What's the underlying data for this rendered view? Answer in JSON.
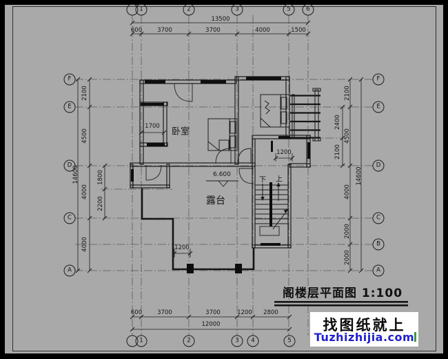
{
  "colors": {
    "background": "#a9a9a9",
    "line": "#1c1c1c",
    "watermark_blue": "#2121cc",
    "watermark_green": "#3f9b3f",
    "paper_border": "#000000"
  },
  "grid": {
    "top": [
      "",
      "1",
      "2",
      "3",
      "5",
      "6"
    ],
    "bottom": [
      "",
      "1",
      "2",
      "3",
      "4",
      "5"
    ],
    "left": [
      "F",
      "E",
      "D",
      "C",
      "A"
    ],
    "right": [
      "F",
      "E",
      "D",
      "C",
      "B",
      "A"
    ]
  },
  "dims": {
    "top_total": "13500",
    "top_chain": [
      "600",
      "3700",
      "3700",
      "4000",
      "1500"
    ],
    "bottom_chain": [
      "600",
      "3700",
      "3700",
      "1200",
      "2800"
    ],
    "bottom_total": "12000",
    "left_total": "14600",
    "left_chain": [
      "2100",
      "4500",
      "4000",
      "4000"
    ],
    "left_sub": [
      "1800",
      "2200"
    ],
    "right_total": "14600",
    "right_chain": [
      "2100",
      "4500",
      "4000",
      "2000",
      "2000"
    ],
    "right_sub": [
      "2400",
      "2100"
    ],
    "closet_width": "1700",
    "bath_width": "1200",
    "terrace_offset": "1200"
  },
  "plan": {
    "bedroom_label": "卧室",
    "terrace_label": "露台",
    "level_mark": "6.600",
    "stair_down": "下",
    "stair_up": "上"
  },
  "title": "阁楼层平面图 1:100",
  "watermark": {
    "slogan": "找图纸就上",
    "site": "Tuzhizhijia.com"
  }
}
